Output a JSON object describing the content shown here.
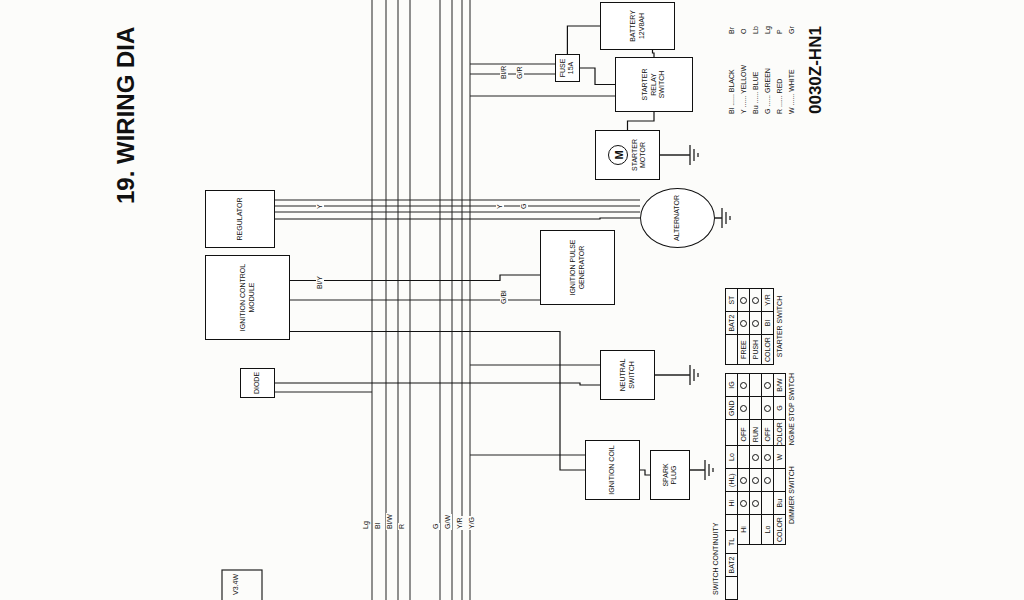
{
  "diagram": {
    "title": "19. WIRING DIA",
    "nodes": [
      {
        "text": [
          "REGULATOR"
        ]
      },
      {
        "text": [
          "IGNITION CONTROL MODULE"
        ]
      },
      {
        "text": [
          "DIODE"
        ]
      },
      {
        "text": [
          "BATTERY",
          "12V8AH"
        ]
      },
      {
        "text": [
          "FUSE 15A"
        ]
      },
      {
        "text": [
          "STARTER RELAY SWITCH"
        ]
      },
      {
        "text": [
          "M",
          "STARTER MOTOR"
        ]
      },
      {
        "text": [
          "ALTERNATOR"
        ]
      },
      {
        "text": [
          "IGNITION PULSE GENERATOR"
        ]
      },
      {
        "text": [
          "NEUTRAL SWITCH"
        ]
      },
      {
        "text": [
          "IGNITION COIL"
        ]
      },
      {
        "text": [
          "SPARK PLUG"
        ]
      }
    ],
    "edges": [
      {
        "from": 3,
        "to": 4,
        "arrow": "none"
      },
      {
        "from": 4,
        "to": 5,
        "arrow": "none"
      },
      {
        "from": 5,
        "to": 6,
        "arrow": "none"
      },
      {
        "from": 7,
        "to": 0,
        "arrow": "none"
      },
      {
        "from": 8,
        "to": 1,
        "arrow": "none"
      },
      {
        "from": 1,
        "to": 10,
        "arrow": "none"
      },
      {
        "from": 10,
        "to": 11,
        "arrow": "none"
      },
      {
        "from": 9,
        "to": 2,
        "arrow": "none"
      },
      {
        "from": 3,
        "to": 5,
        "arrow": "none"
      }
    ],
    "labels": [
      "Bl ...... BLACK",
      "Y ...... YELLOW",
      "Bu ...... BLUE",
      "G ...... GREEN",
      "R ...... RED",
      "W ...... WHITE",
      "Br",
      "O",
      "Lb",
      "Lg",
      "P",
      "Gr",
      "0030Z-HN1",
      "STARTER SWITCH",
      "BAT2",
      "ST",
      "FREE",
      "PUSH",
      "COLOR",
      "Bl",
      "Y/R",
      "ENGINE STOP SWITCH",
      "GND",
      "IG",
      "OFF",
      "RUN",
      "OFF",
      "COLOR",
      "G",
      "B/W",
      "DIMMER SWITCH",
      "Hi",
      "(HL)",
      "Lo",
      "Hi",
      "Lo",
      "COLOR",
      "Bu",
      "W",
      "SWITCH CONTINUITY",
      "BAT2",
      "TL",
      "V3.4W",
      "Y",
      "Y",
      "G",
      "Bl/Y",
      "G/Bl",
      "Lg",
      "Bl",
      "Bl/W",
      "R",
      "G",
      "G/W",
      "Y/R",
      "Y/G",
      "Bl/R",
      "G/R"
    ]
  }
}
